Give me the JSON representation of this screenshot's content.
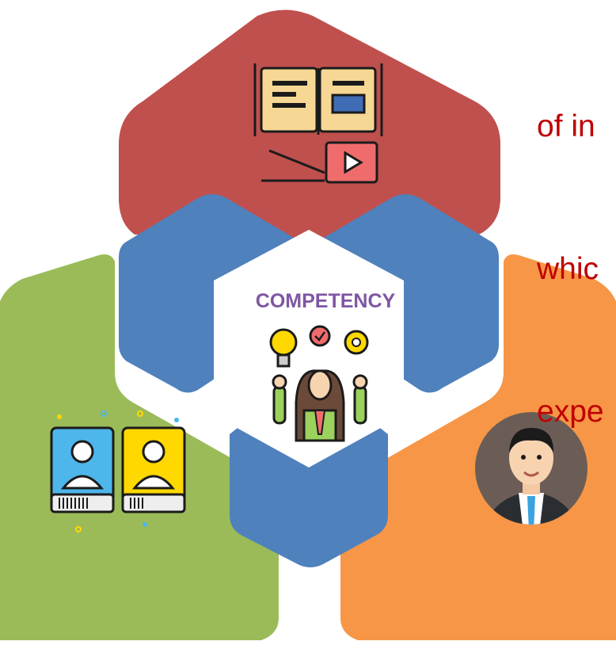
{
  "colors": {
    "red_panel": "#c0504d",
    "green_panel": "#9bbb59",
    "orange_panel": "#f79646",
    "blue_panel": "#4f81bd",
    "title": "#7e56a3",
    "body_text": "#c00000"
  },
  "center": {
    "title": "COMPETENCY",
    "icon": "person-ideas-icon"
  },
  "panels": [
    {
      "id": "knowledge",
      "color": "red",
      "icon": "book-video-icon"
    },
    {
      "id": "skills",
      "color": "green",
      "icon": "id-cards-icon"
    },
    {
      "id": "attitude",
      "color": "orange",
      "icon": "businessman-avatar-icon"
    }
  ],
  "body_text_lines": [
    "of in",
    "whic",
    "expe"
  ]
}
